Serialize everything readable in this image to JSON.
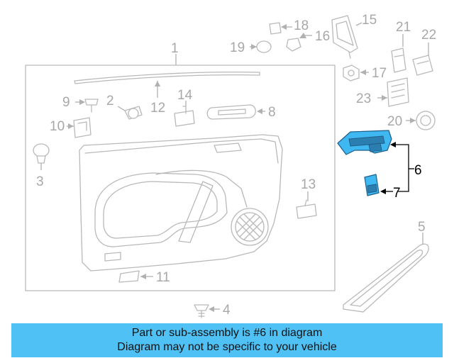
{
  "callouts": {
    "c1": "1",
    "c2": "2",
    "c3": "3",
    "c4": "4",
    "c5": "5",
    "c6": "6",
    "c7": "7",
    "c8": "8",
    "c9": "9",
    "c10": "10",
    "c11": "11",
    "c12": "12",
    "c13": "13",
    "c14": "14",
    "c15": "15",
    "c16": "16",
    "c17": "17",
    "c18": "18",
    "c19": "19",
    "c20": "20",
    "c21": "21",
    "c22": "22",
    "c23": "23"
  },
  "highlighted_callout": "6",
  "colors": {
    "highlight": "#3fb7f0",
    "banner": "#4fc1f5",
    "line_art": "#b9b9b9"
  },
  "banner": {
    "line1": "Part or sub-assembly is #6 in diagram",
    "line2": "Diagram may not be specific to your vehicle"
  }
}
